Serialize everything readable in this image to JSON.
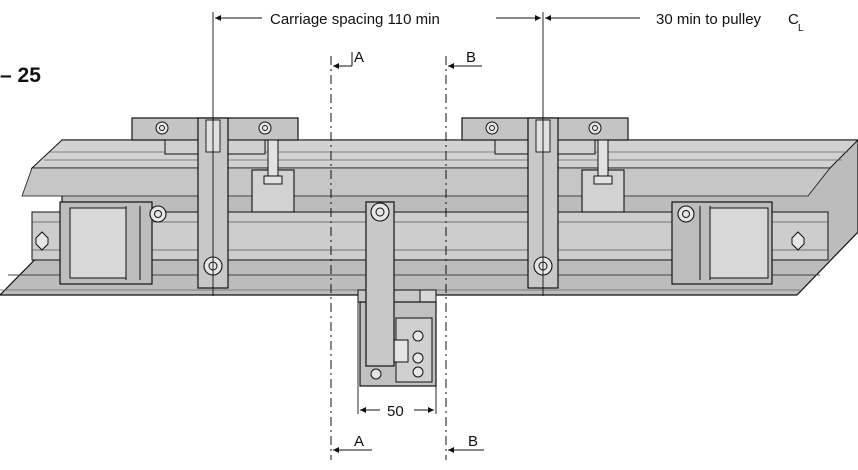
{
  "drawing": {
    "page_label": "– 25",
    "dimensions": {
      "carriage_spacing": "Carriage spacing 110 min",
      "pulley_offset": "30 min to pulley",
      "centerline_symbol": "C",
      "centerline_subscript": "L",
      "bracket_width": "50"
    },
    "sections": {
      "top_left": "A",
      "top_right": "B",
      "bottom_left": "A",
      "bottom_right": "B"
    },
    "colors": {
      "line": "#111111",
      "fill_light": "#d6d6d6",
      "fill_mid": "#bdbdbd",
      "fill_dark": "#a8a8a8",
      "background": "#ffffff"
    }
  }
}
